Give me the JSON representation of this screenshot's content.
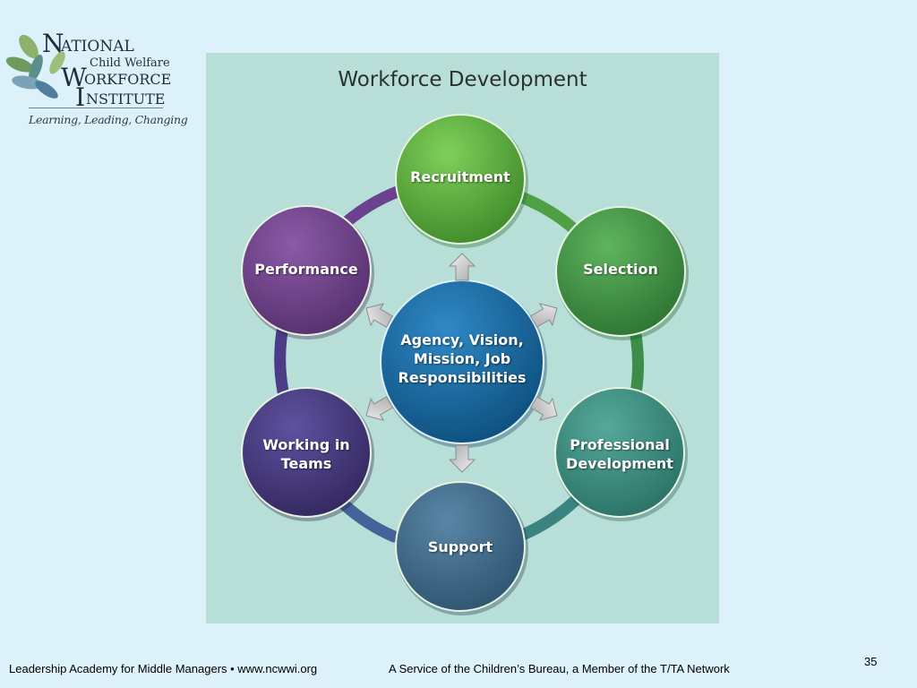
{
  "logo": {
    "n": "N",
    "ational": "ATIONAL",
    "child_welfare": "Child Welfare",
    "w": "W",
    "orkforce": "ORKFORCE",
    "i": "I",
    "nstitute": "NSTITUTE",
    "tagline": "Learning, Leading, Changing"
  },
  "diagram": {
    "title": "Workforce Development",
    "center": "Agency, Vision, Mission, Job Responsibilities",
    "nodes": {
      "recruitment": "Recruitment",
      "selection": "Selection",
      "professional_development": "Professional Development",
      "support": "Support",
      "working_in_teams": "Working in Teams",
      "performance": "Performance"
    },
    "colors": {
      "recruitment": "#4f9f38",
      "selection": "#3a8a3c",
      "professional_development": "#37857a",
      "support": "#3f6784",
      "working_in_teams": "#45357a",
      "performance": "#6b3f83",
      "center": "#17669a"
    }
  },
  "footer": {
    "left": "Leadership Academy for Middle Managers • www.ncwwi.org",
    "right": "A Service of the Children’s Bureau, a Member of the T/TA Network",
    "page_number": "35"
  }
}
